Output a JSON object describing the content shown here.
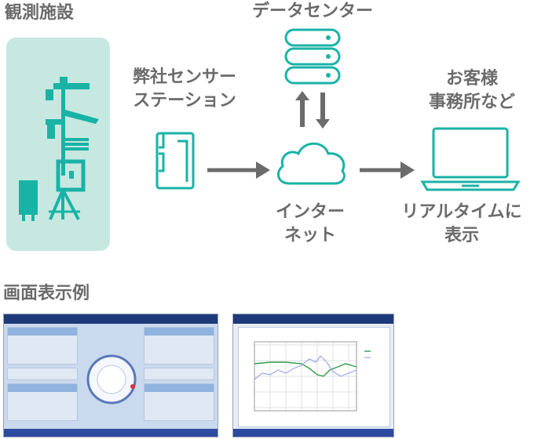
{
  "labels": {
    "facility": "観測施設",
    "data_center": "データセンター",
    "sensor_station_line1": "弊社センサー",
    "sensor_station_line2": "ステーション",
    "internet_line1": "インター",
    "internet_line2": "ネット",
    "office_line1": "お客様",
    "office_line2": "事務所など",
    "realtime_line1": "リアルタイムに",
    "realtime_line2": "表示",
    "screen_example": "画面表示例"
  },
  "colors": {
    "teal": "#19b3a6",
    "arrow": "#6b6b6b",
    "facility_bg": "#c7e8e1",
    "text": "#6b6b6b"
  },
  "icons": {
    "weather_station": "weather-station-icon",
    "database": "database-icon",
    "sensor_box": "sensor-box-icon",
    "cloud": "cloud-icon",
    "laptop": "laptop-icon"
  }
}
